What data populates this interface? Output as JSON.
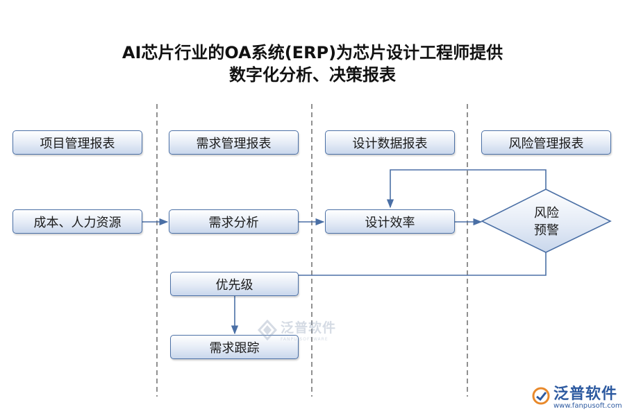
{
  "title": {
    "line1": "AI芯片行业的OA系统(ERP)为芯片设计工程师提供",
    "line2": "数字化分析、决策报表"
  },
  "columns": {
    "project_report": "项目管理报表",
    "demand_report": "需求管理报表",
    "design_report": "设计数据报表",
    "risk_report": "风险管理报表"
  },
  "nodes": {
    "cost_resources": "成本、人力资源",
    "demand_analysis": "需求分析",
    "design_efficiency": "设计效率",
    "risk_warning_line1": "风险",
    "risk_warning_line2": "预警",
    "priority": "优先级",
    "demand_tracking": "需求跟踪"
  },
  "watermark": {
    "brand": "泛普软件",
    "center_sub": "FANPU SOFTWARE",
    "url": "www.fanpusoft.com"
  },
  "colors": {
    "box_border": "#4a6fa5",
    "box_fill_top": "#ffffff",
    "box_fill_bottom": "#c9d7ec",
    "connector": "#4a6fa5",
    "divider": "#555555",
    "brand": "#2d5aa0"
  }
}
